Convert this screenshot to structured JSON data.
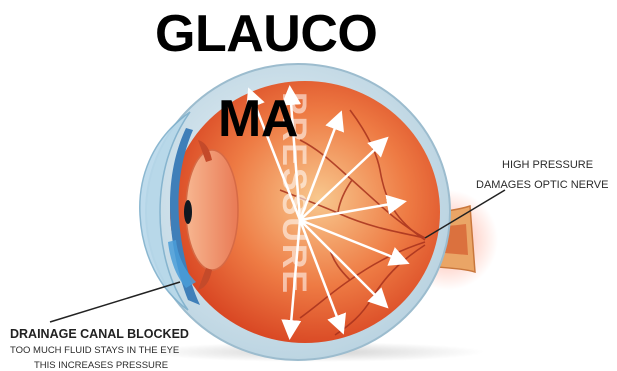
{
  "title": {
    "line1": "GLAUCO",
    "line2": "MA"
  },
  "eye_text": "PRESSURE",
  "labels": {
    "high_pressure_line1": "HIGH PRESSURE",
    "high_pressure_line2": "DAMAGES  OPTIC NERVE",
    "drainage_title": "DRAINAGE CANAL BLOCKED",
    "drainage_line1": "TOO MUCH FLUID STAYS IN THE EYE",
    "drainage_line2": "THIS INCREASES PRESSURE"
  },
  "colors": {
    "sclera": "#cfe2ec",
    "retina": "#e6542b",
    "inner_glow": "#f6b27a",
    "optic_nerve": "#e9a25e",
    "cornea": "#a9cfe3",
    "iris": "#4f8fc6",
    "arrows": "#ffffff",
    "vessels": "#b23a22"
  }
}
